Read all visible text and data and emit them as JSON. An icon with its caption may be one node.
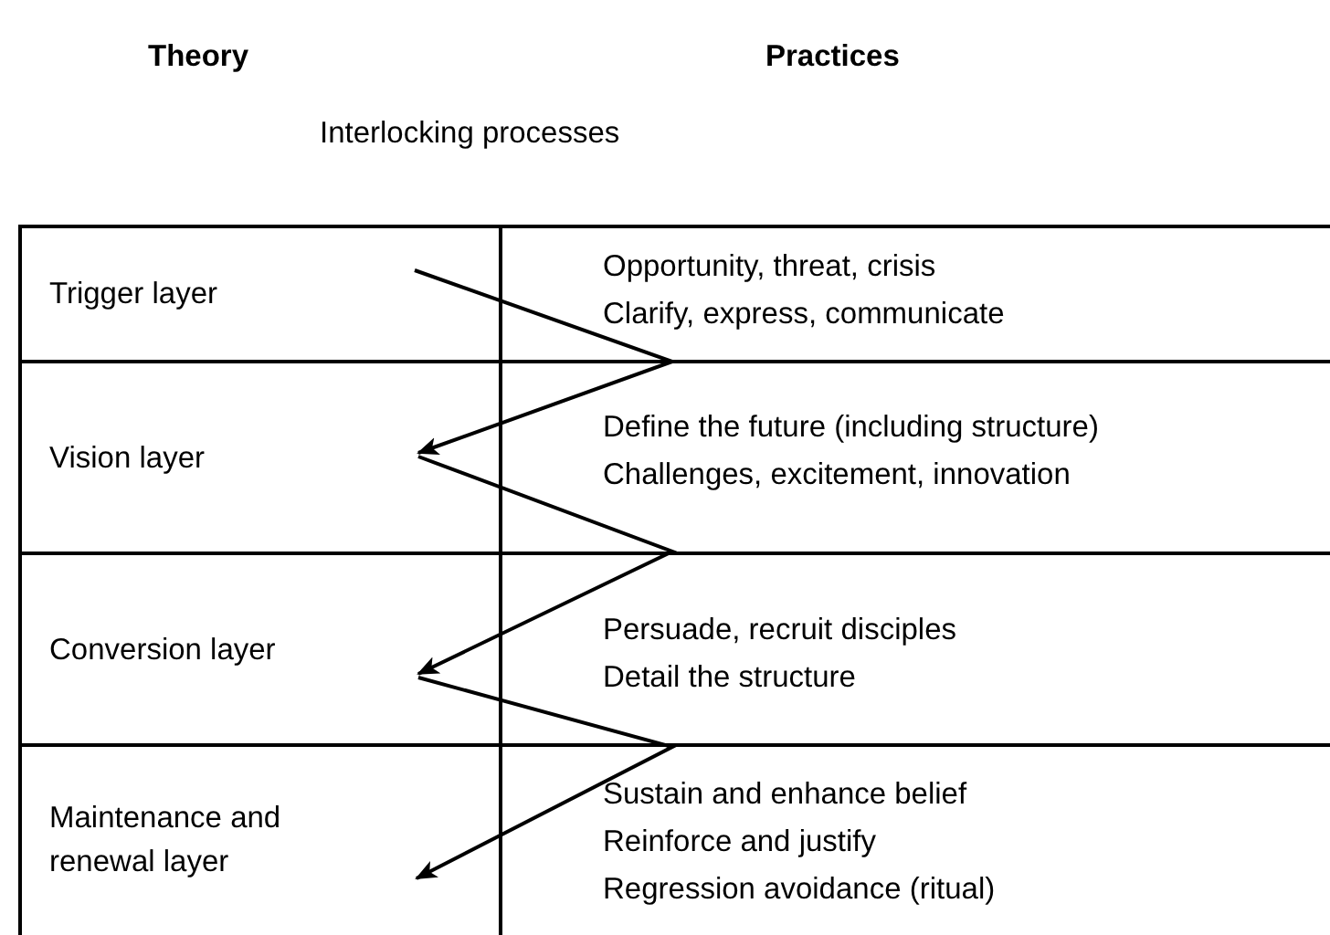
{
  "diagram": {
    "nodes": [
      {
        "text": [
          "Trigger layer"
        ]
      },
      {
        "text": [
          "Vision layer"
        ]
      },
      {
        "text": [
          "Conversion layer"
        ]
      },
      {
        "text": [
          "Maintenance and renewal layer"
        ]
      }
    ],
    "edges": [
      {
        "from": 0,
        "to": 1,
        "arrow": "to"
      },
      {
        "from": 1,
        "to": 2,
        "arrow": "to"
      },
      {
        "from": 2,
        "to": 3,
        "arrow": "to"
      }
    ],
    "labels": [
      "Theory",
      "Practices",
      "Interlocking processes",
      "Opportunity, threat, crisis",
      "Clarify, express, communicate",
      "Define the future (including structure)",
      "Challenges, excitement, innovation",
      "Persuade, recruit disciples",
      "Detail the structure",
      "Sustain and enhance belief",
      "Reinforce and justify",
      "Regression avoidance (ritual)"
    ]
  }
}
